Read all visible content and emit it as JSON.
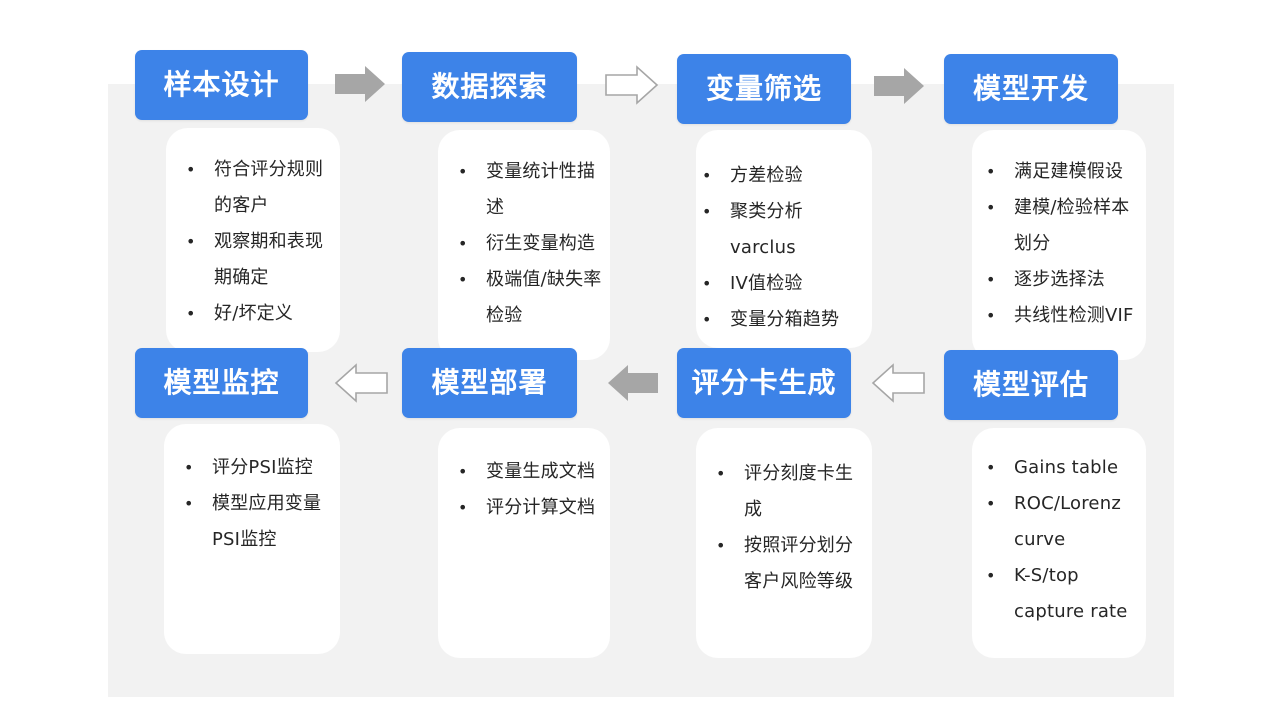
{
  "steps": [
    {
      "title": "样本设计",
      "items": [
        "符合评分规则的客户",
        "观察期和表现期确定",
        "好/坏定义"
      ]
    },
    {
      "title": "数据探索",
      "items": [
        "变量统计性描述",
        "衍生变量构造",
        "极端值/缺失率检验"
      ]
    },
    {
      "title": "变量筛选",
      "items": [
        "方差检验",
        "聚类分析varclus",
        "IV值检验",
        "变量分箱趋势",
        "…"
      ]
    },
    {
      "title": "模型开发",
      "items": [
        "满足建模假设",
        "建模/检验样本划分",
        "逐步选择法",
        "共线性检测VIF"
      ]
    },
    {
      "title": "模型评估",
      "items": [
        "Gains table",
        "ROC/Lorenz curve",
        "K-S/top capture rate"
      ]
    },
    {
      "title": "评分卡生成",
      "items": [
        "评分刻度卡生成",
        "按照评分划分客户风险等级"
      ]
    },
    {
      "title": "模型部署",
      "items": [
        "变量生成文档",
        "评分计算文档"
      ]
    },
    {
      "title": "模型监控",
      "items": [
        "评分PSI监控",
        "模型应用变量PSI监控"
      ]
    }
  ],
  "colors": {
    "title_bg": "#3d83e8",
    "title_text": "#ffffff",
    "panel_bg": "#f2f2f2",
    "card_bg": "#ffffff",
    "arrow_solid": "#a6a6a6",
    "arrow_outline": "#a6a6a6"
  },
  "arrows": [
    {
      "from": "样本设计",
      "to": "数据探索",
      "style": "solid",
      "direction": "right"
    },
    {
      "from": "数据探索",
      "to": "变量筛选",
      "style": "outline",
      "direction": "right"
    },
    {
      "from": "变量筛选",
      "to": "模型开发",
      "style": "solid",
      "direction": "right"
    },
    {
      "from": "模型评估",
      "to": "评分卡生成",
      "style": "outline",
      "direction": "left"
    },
    {
      "from": "评分卡生成",
      "to": "模型部署",
      "style": "solid",
      "direction": "left"
    },
    {
      "from": "模型部署",
      "to": "模型监控",
      "style": "outline",
      "direction": "left"
    }
  ]
}
